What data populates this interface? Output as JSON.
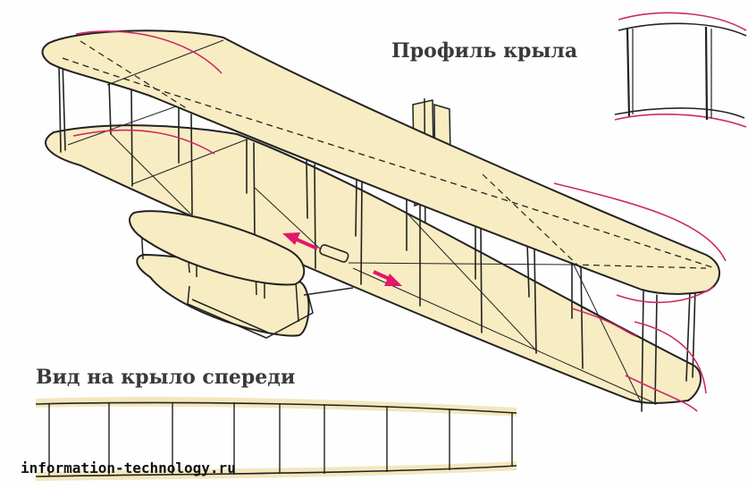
{
  "labels": {
    "wing_profile": "Профиль крыла",
    "front_view": "Вид на крыло спереди",
    "watermark": "information-technology.ru"
  },
  "colors": {
    "wing_fill": "#f8ecc2",
    "outline": "#222222",
    "warp_curve": "#cc2a6a",
    "arrow": "#e0186c",
    "front_band": "#f3e7bd"
  },
  "icons": {
    "arrow_left": "arrow-up-left-icon",
    "arrow_right": "arrow-down-right-icon"
  }
}
